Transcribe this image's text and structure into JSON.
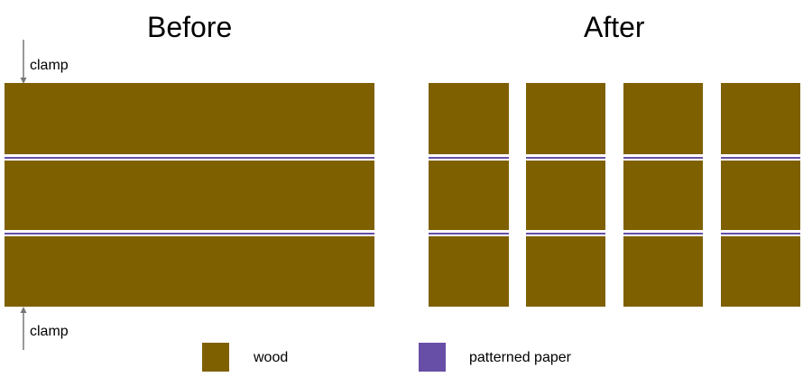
{
  "titles": {
    "before": "Before",
    "after": "After"
  },
  "clamp": {
    "top_label": "clamp",
    "bottom_label": "clamp"
  },
  "colors": {
    "wood": "#7f6000",
    "paper": "#674ea7",
    "arrow": "#777777"
  },
  "legend": {
    "wood_label": "wood",
    "paper_label": "patterned paper"
  }
}
